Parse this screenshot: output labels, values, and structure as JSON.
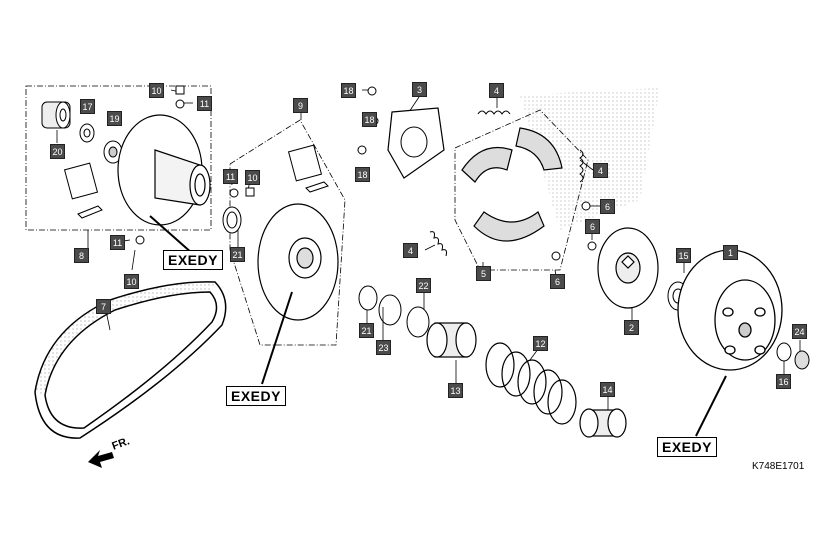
{
  "callouts": [
    "1",
    "2",
    "3",
    "4",
    "4",
    "4",
    "5",
    "6",
    "6",
    "6",
    "7",
    "8",
    "9",
    "10",
    "10",
    "10",
    "11",
    "11",
    "11",
    "12",
    "13",
    "14",
    "15",
    "16",
    "17",
    "18",
    "18",
    "18",
    "19",
    "20",
    "21",
    "21",
    "22",
    "23",
    "24"
  ],
  "brand_labels": [
    "EXEDY",
    "EXEDY",
    "EXEDY"
  ],
  "fr_label": "FR.",
  "diagram_code": "K748E1701"
}
